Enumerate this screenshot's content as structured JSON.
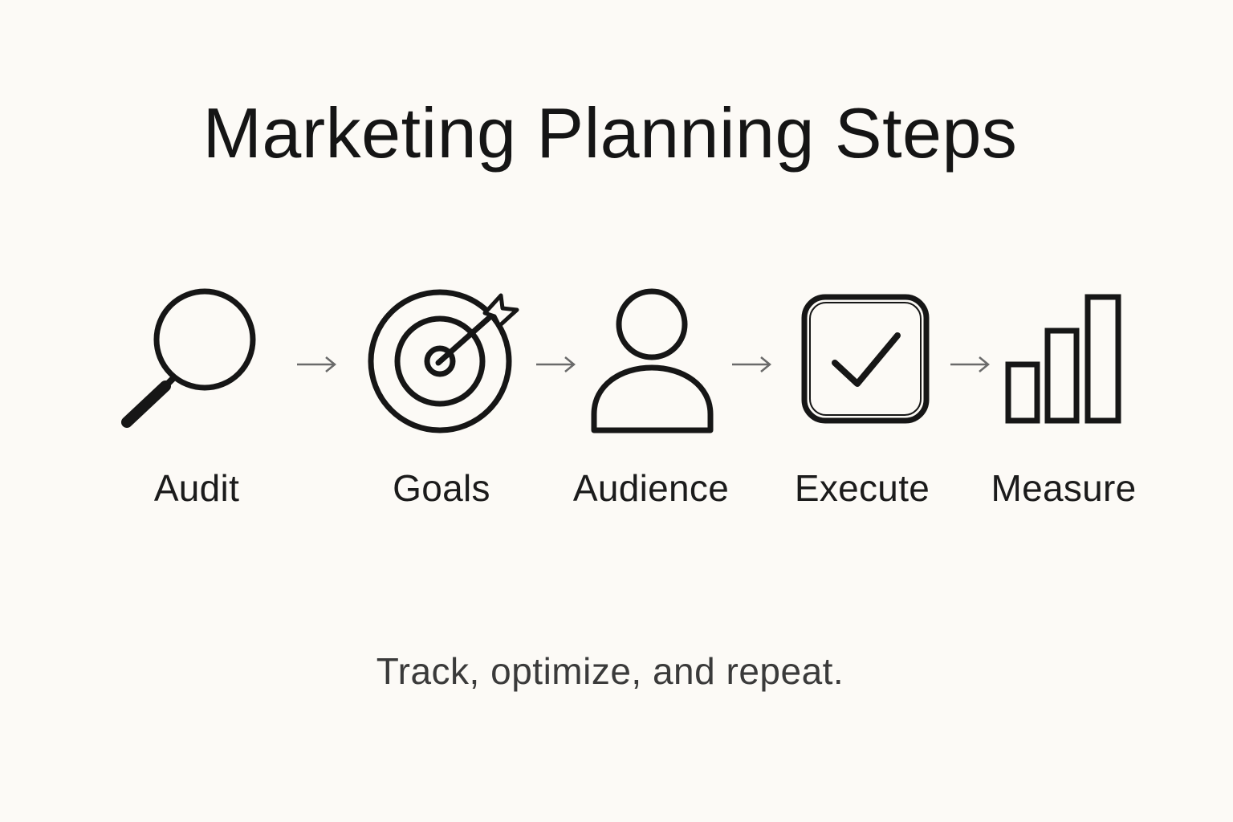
{
  "title": "Marketing Planning Steps",
  "steps": [
    {
      "label": "Audit",
      "icon": "magnifying-glass-icon"
    },
    {
      "label": "Goals",
      "icon": "target-arrow-icon"
    },
    {
      "label": "Audience",
      "icon": "person-icon"
    },
    {
      "label": "Execute",
      "icon": "checkbox-icon"
    },
    {
      "label": "Measure",
      "icon": "bar-chart-icon"
    }
  ],
  "connector_icon": "arrow-right-icon",
  "footer": "Track, optimize, and repeat.",
  "colors": {
    "background": "#fcfaf6",
    "ink": "#161616",
    "arrow": "#6a6a6a",
    "footer_text": "#3a3a3a"
  }
}
